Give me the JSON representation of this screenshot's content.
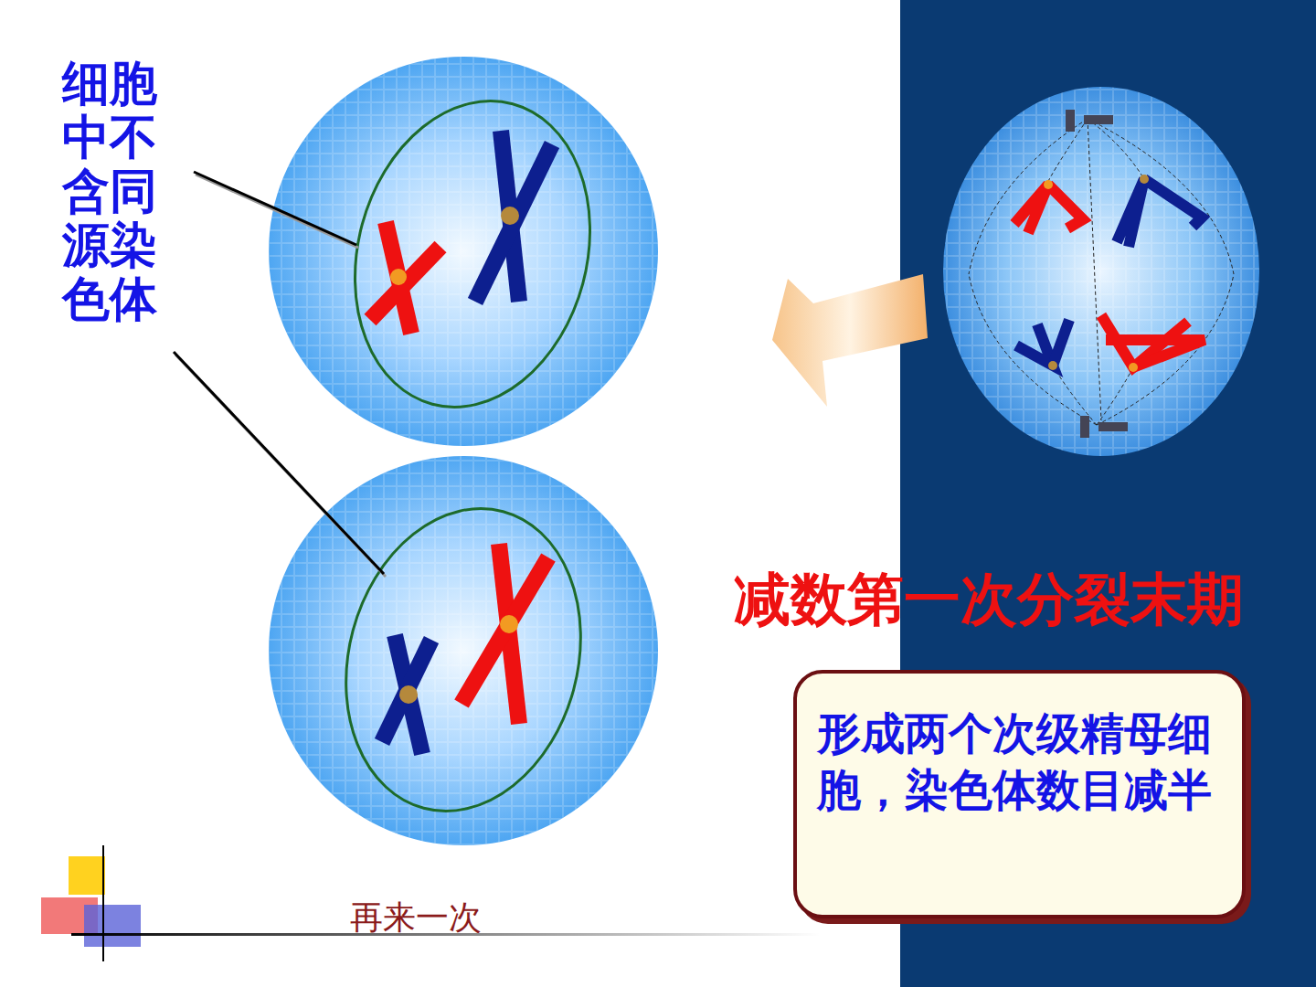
{
  "diagram": {
    "title": "减数第一次分裂末期",
    "nodes": [
      {
        "text": [
          "形成两个次级精母细胞，染色体数目减半"
        ]
      }
    ],
    "labels": [
      "细胞中不含同源染色体",
      "再来一次"
    ]
  }
}
